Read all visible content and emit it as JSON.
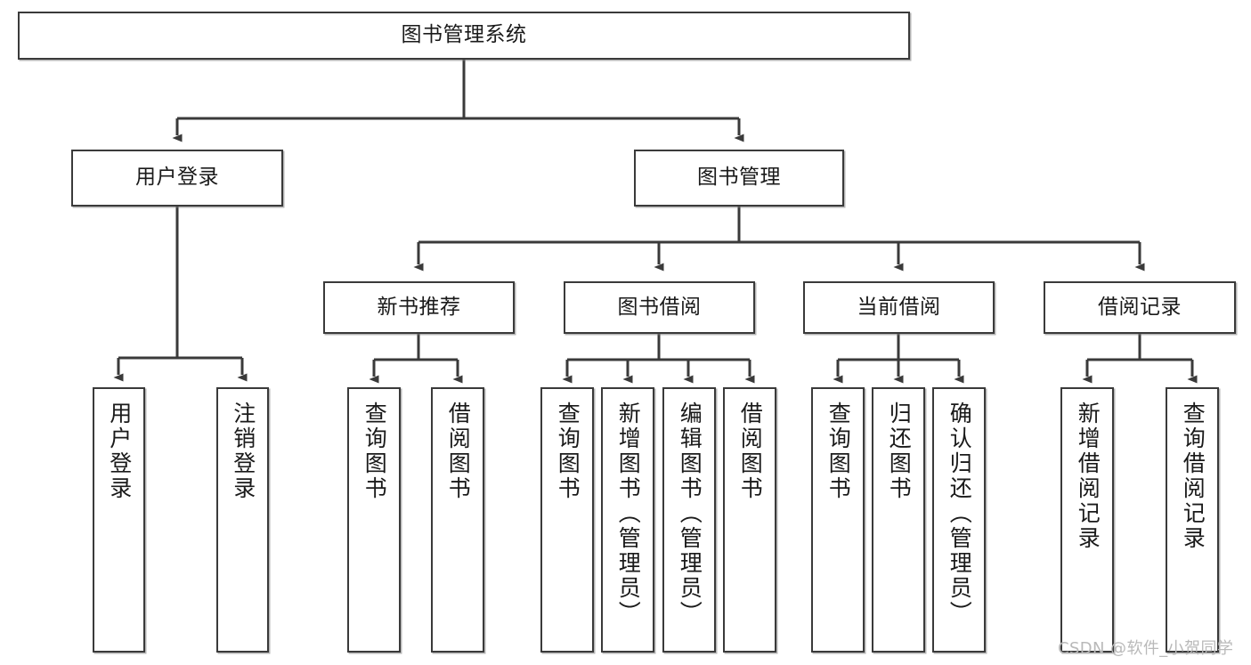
{
  "diagram": {
    "type": "tree",
    "title": "图书管理系统",
    "watermark": "CSDN @软件_小贺同学",
    "colors": {
      "background": "#ffffff",
      "stroke": "#3a3a3a",
      "text": "#1a1a1a",
      "watermark": "#b9b9b9"
    },
    "root": {
      "label": "图书管理系统"
    },
    "level2": [
      {
        "label": "用户登录"
      },
      {
        "label": "图书管理"
      }
    ],
    "level3": [
      {
        "label": "新书推荐"
      },
      {
        "label": "图书借阅"
      },
      {
        "label": "当前借阅"
      },
      {
        "label": "借阅记录"
      }
    ],
    "leaves": {
      "user_login": [
        {
          "label": "用户登录"
        },
        {
          "label": "注销登录"
        }
      ],
      "new_book_recommend": [
        {
          "label": "查询图书"
        },
        {
          "label": "借阅图书"
        }
      ],
      "book_borrow": [
        {
          "label": "查询图书"
        },
        {
          "label": "新增图书（管理员）"
        },
        {
          "label": "编辑图书（管理员）"
        },
        {
          "label": "借阅图书"
        }
      ],
      "current_borrow": [
        {
          "label": "查询图书"
        },
        {
          "label": "归还图书"
        },
        {
          "label": "确认归还（管理员）"
        }
      ],
      "borrow_record": [
        {
          "label": "新增借阅记录"
        },
        {
          "label": "查询借阅记录"
        }
      ]
    }
  }
}
